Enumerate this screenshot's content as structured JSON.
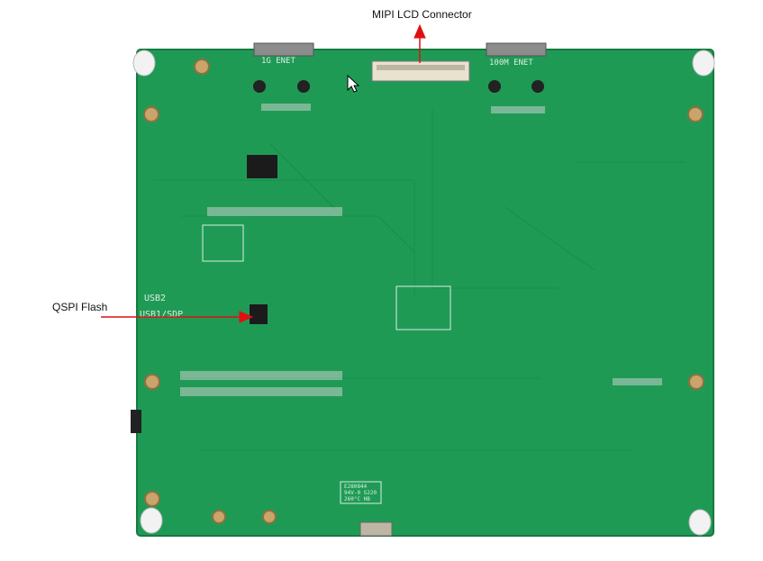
{
  "annotations": {
    "top_label": "MIPI LCD Connector",
    "left_label": "QSPI Flash"
  },
  "board": {
    "silkscreen_1g": "1G ENET",
    "silkscreen_100m": "100M ENET",
    "silkscreen_usb2": "USB2",
    "silkscreen_usb1": "USB1/SDP",
    "label_block_line1": "E280844",
    "label_block_line2": "94V-0 S220",
    "label_block_line3": "260°C HB"
  },
  "colors": {
    "pcb": "#1f9a55",
    "pcb_dark": "#157a40",
    "pad": "#c9a46b",
    "arrow": "#e01010",
    "standoff": "#f2f2f2"
  }
}
